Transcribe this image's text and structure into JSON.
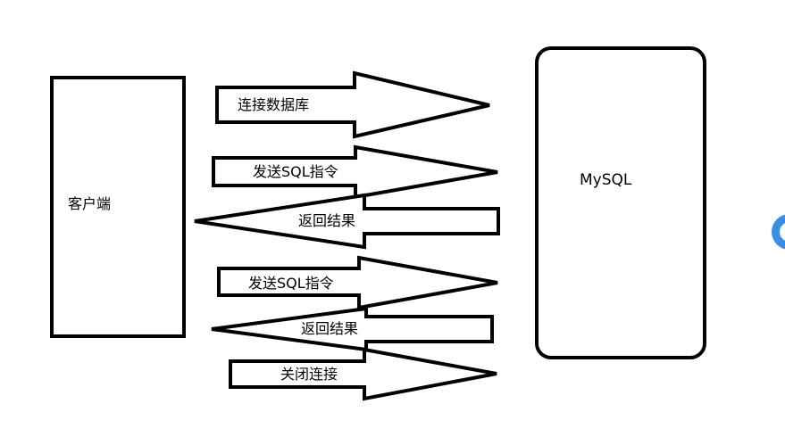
{
  "diagram": {
    "client_label": "客户端",
    "server_label": "MySQL",
    "arrows": [
      {
        "label": "连接数据库",
        "direction": "right"
      },
      {
        "label": "发送SQL指令",
        "direction": "right"
      },
      {
        "label": "返回结果",
        "direction": "left"
      },
      {
        "label": "发送SQL指令",
        "direction": "right"
      },
      {
        "label": "返回结果",
        "direction": "left"
      },
      {
        "label": "关闭连接",
        "direction": "right"
      }
    ]
  },
  "colors": {
    "stroke": "#000000",
    "fill": "#ffffff",
    "edge_icon": "#3a8ee6"
  }
}
